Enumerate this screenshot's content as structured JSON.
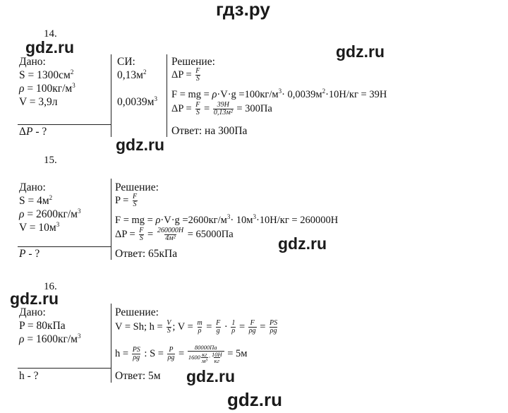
{
  "site_header": "гдз.ру",
  "watermark": "gdz.ru",
  "p14": {
    "number": "14.",
    "given_title": "Дано:",
    "given": [
      "S = 1300см²",
      "ρ = 100кг/м³",
      "V = 3,9л"
    ],
    "find": "ΔP - ?",
    "si_title": "СИ:",
    "si": [
      "0,13м²",
      "0,0039м³"
    ],
    "solution_title": "Решение:",
    "line1_left": "ΔP =",
    "line1_num": "F",
    "line1_den": "S",
    "line2": "F = mg = ρ·V·g =100кг/м³· 0,0039м²·10Н/кг = 39Н",
    "line3_left": "ΔP =",
    "line3_num1": "F",
    "line3_den1": "S",
    "line3_mid": "=",
    "line3_num2": "39Н",
    "line3_den2": "0,13м²",
    "line3_right": "= 300Па",
    "answer": "Ответ: на 300Па"
  },
  "p15": {
    "number": "15.",
    "given_title": "Дано:",
    "given": [
      "S = 4м²",
      "ρ = 2600кг/м³",
      "V = 10м³"
    ],
    "find": "P - ?",
    "solution_title": "Решение:",
    "line1_left": "P =",
    "line1_num": "F",
    "line1_den": "S",
    "line2": "F = mg = ρ·V·g =2600кг/м³· 10м³·10Н/кг = 260000Н",
    "line3_left": "ΔP =",
    "line3_num1": "F",
    "line3_den1": "S",
    "line3_mid": "=",
    "line3_num2": "260000Н",
    "line3_den2": "4м²",
    "line3_right": "= 65000Па",
    "answer": "Ответ: 65кПа"
  },
  "p16": {
    "number": "16.",
    "given_title": "Дано:",
    "given": [
      "P = 80кПа",
      "ρ = 1600кг/м³"
    ],
    "find": "h - ?",
    "solution_title": "Решение:",
    "line1_a": "V = Sh;  h =",
    "line1_a_num": "V",
    "line1_a_den": "S",
    "line1_b": ";  V =",
    "line1_b_num": "m",
    "line1_b_den": "ρ",
    "line1_eq1": "=",
    "line1_c_num": "F",
    "line1_c_den": "g",
    "line1_dot": "·",
    "line1_d_num": "1",
    "line1_d_den": "ρ",
    "line1_eq2": "=",
    "line1_e_num": "F",
    "line1_e_den": "ρg",
    "line1_eq3": "=",
    "line1_f_num": "PS",
    "line1_f_den": "ρg",
    "line2_a": "h =",
    "line2_a_num": "PS",
    "line2_a_den": "ρg",
    "line2_b": ": S =",
    "line2_b_num": "P",
    "line2_b_den": "ρg",
    "line2_eq": "=",
    "line2_c_num": "80000Па",
    "line2_c_den": "1600кг/м³·10Н/кг",
    "line2_right": "= 5м",
    "answer": "Ответ: 5м"
  }
}
